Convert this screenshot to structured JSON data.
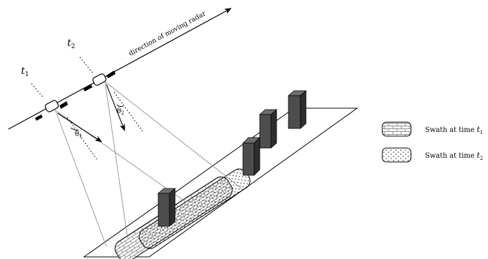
{
  "diagram": {
    "direction_label": "direction of moving radar",
    "time_labels": {
      "t1": {
        "base": "t",
        "sub": "1"
      },
      "t2": {
        "base": "t",
        "sub": "2"
      }
    },
    "angle_labels": {
      "theta1": {
        "base": "θ",
        "sub": "1"
      },
      "theta2": {
        "base": "θ",
        "sub": "2"
      }
    }
  },
  "legend": {
    "items": [
      {
        "text": "Swath at time ",
        "sub_base": "t",
        "sub": "1",
        "pattern": "brick"
      },
      {
        "text": "Swath at time ",
        "sub_base": "t",
        "sub": "2",
        "pattern": "dots"
      }
    ]
  },
  "colors": {
    "line": "#000000",
    "beam": "#9a9a9a",
    "building_front": "#4d4d4d",
    "building_side": "#2e2e2e",
    "building_top": "#6e6e6e"
  }
}
